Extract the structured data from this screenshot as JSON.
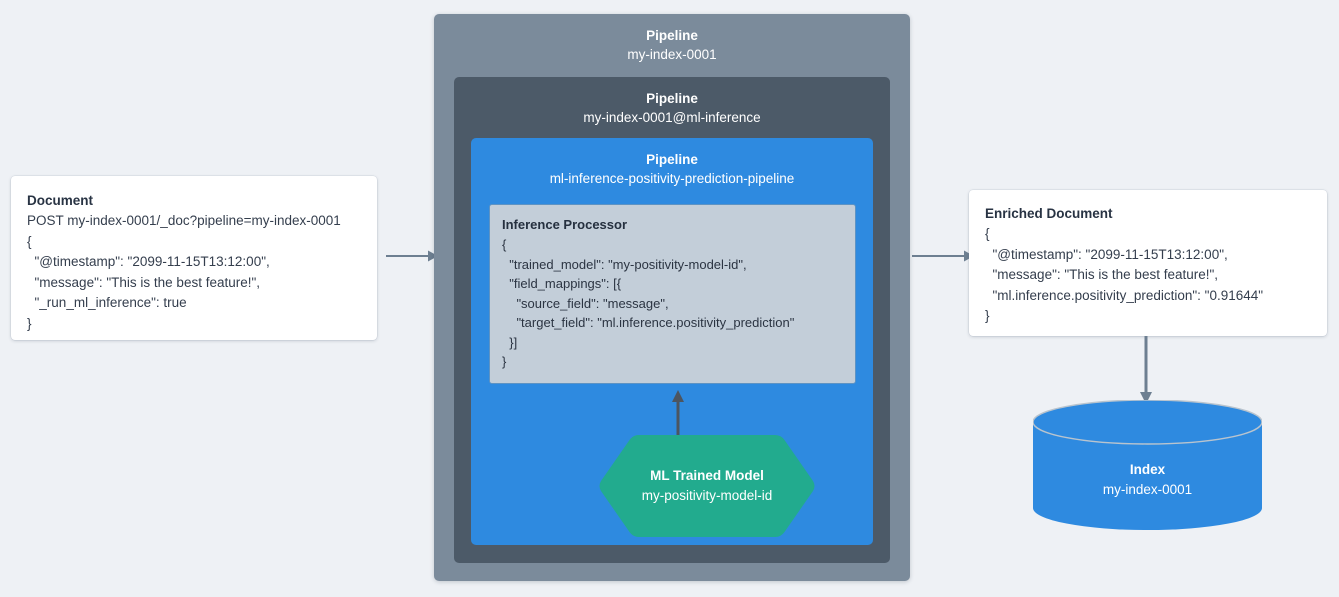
{
  "colors": {
    "background": "#eef1f5",
    "pipeline_outer": "#7b8b9b",
    "pipeline_middle": "#4c5a68",
    "pipeline_inner": "#2e8ae0",
    "processor_fill": "#c3ced9",
    "processor_border": "#5d93c4",
    "ml_model": "#22ab8e",
    "index_cylinder": "#2e8ae0",
    "arrow": "#6d7f91",
    "arrow_dark": "#4c5560",
    "card_bg": "#ffffff",
    "text_dark": "#283343",
    "text_light": "#ffffff"
  },
  "document": {
    "title": "Document",
    "lines": [
      "POST my-index-0001/_doc?pipeline=my-index-0001",
      "{",
      "  \"@timestamp\": \"2099-11-15T13:12:00\",",
      "  \"message\": \"This is the best feature!\",",
      "  \"_run_ml_inference\": true",
      "}"
    ]
  },
  "pipeline_outer": {
    "label": "Pipeline",
    "name": "my-index-0001"
  },
  "pipeline_middle": {
    "label": "Pipeline",
    "name": "my-index-0001@ml-inference"
  },
  "pipeline_inner": {
    "label": "Pipeline",
    "name": "ml-inference-positivity-prediction-pipeline"
  },
  "inference_processor": {
    "title": "Inference Processor",
    "lines": [
      "{",
      "  \"trained_model\": \"my-positivity-model-id\",",
      "  \"field_mappings\": [{",
      "    \"source_field\": \"message\",",
      "    \"target_field\": \"ml.inference.positivity_prediction\"",
      "  }]",
      "}"
    ]
  },
  "ml_model": {
    "label": "ML Trained Model",
    "name": "my-positivity-model-id"
  },
  "enriched_document": {
    "title": "Enriched Document",
    "lines": [
      "{",
      "  \"@timestamp\": \"2099-11-15T13:12:00\",",
      "  \"message\": \"This is the best feature!\",",
      "  \"ml.inference.positivity_prediction\": \"0.91644\"",
      "}"
    ]
  },
  "index": {
    "label": "Index",
    "name": "my-index-0001"
  },
  "arrows": {
    "doc_to_pipeline": "arrow-right",
    "pipeline_to_enriched": "arrow-right",
    "enriched_to_index": "arrow-down",
    "model_to_processor": "arrow-up"
  }
}
